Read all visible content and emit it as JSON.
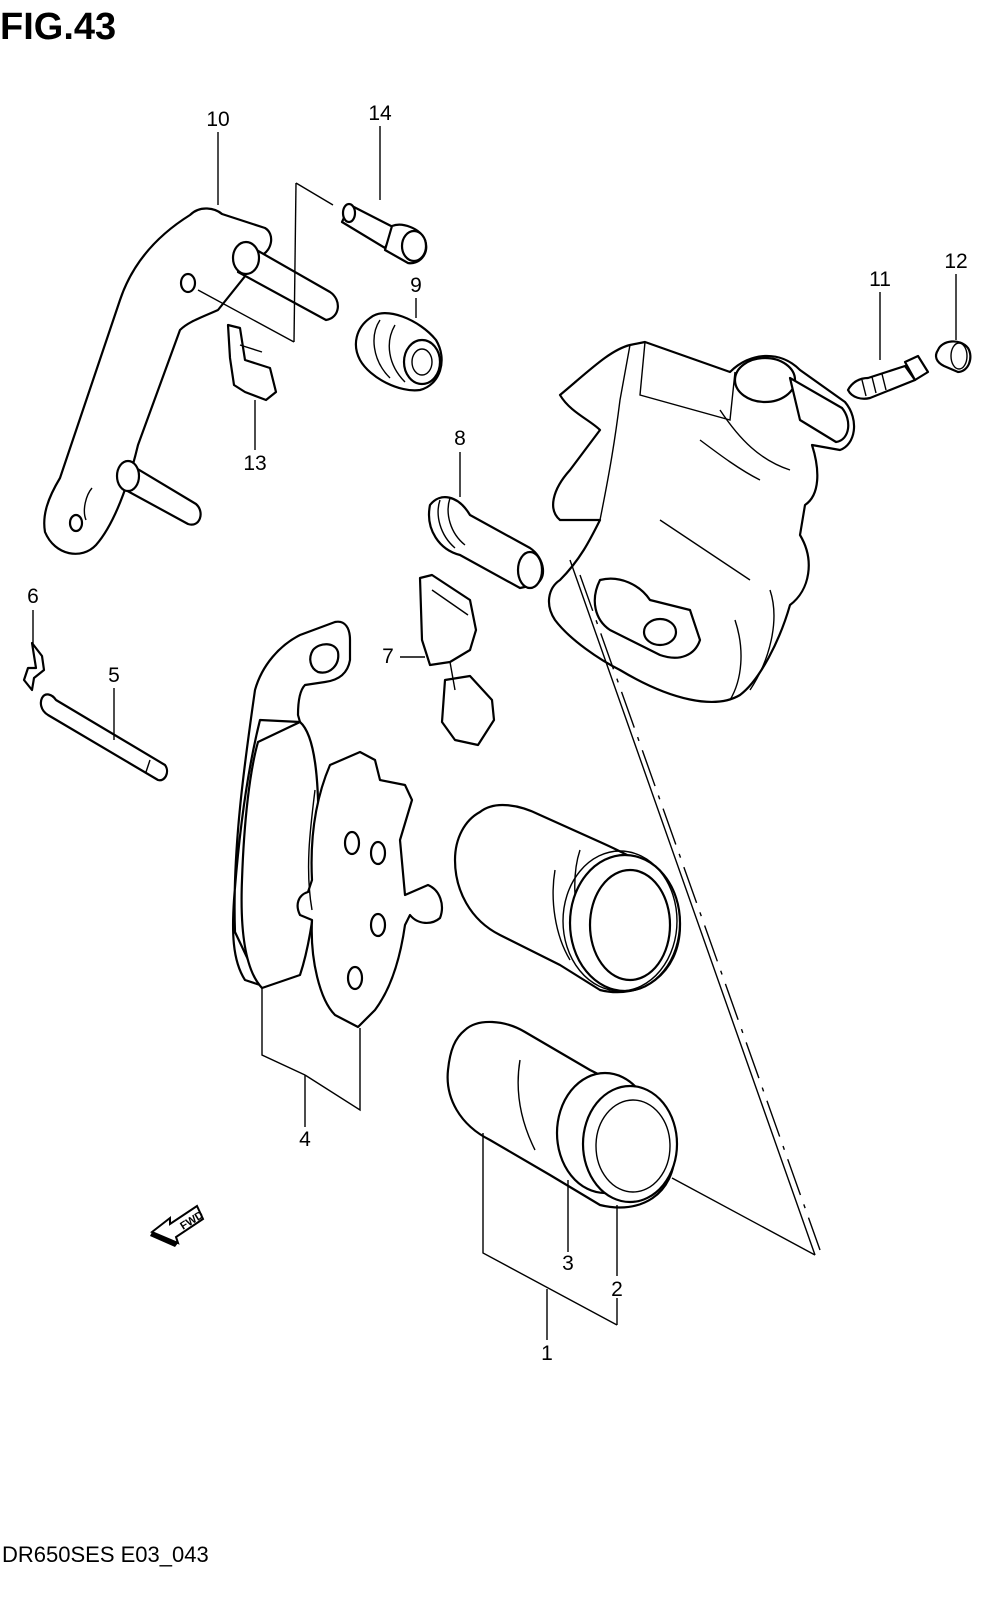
{
  "figure": {
    "title": "FIG.43",
    "footer_code": "DR650SES E03_043",
    "fwd_label": "FWD"
  },
  "callouts": {
    "c1": "1",
    "c2": "2",
    "c3": "3",
    "c4": "4",
    "c5": "5",
    "c6": "6",
    "c7": "7",
    "c8": "8",
    "c9": "9",
    "c10": "10",
    "c11": "11",
    "c12": "12",
    "c13": "13",
    "c14": "14"
  }
}
